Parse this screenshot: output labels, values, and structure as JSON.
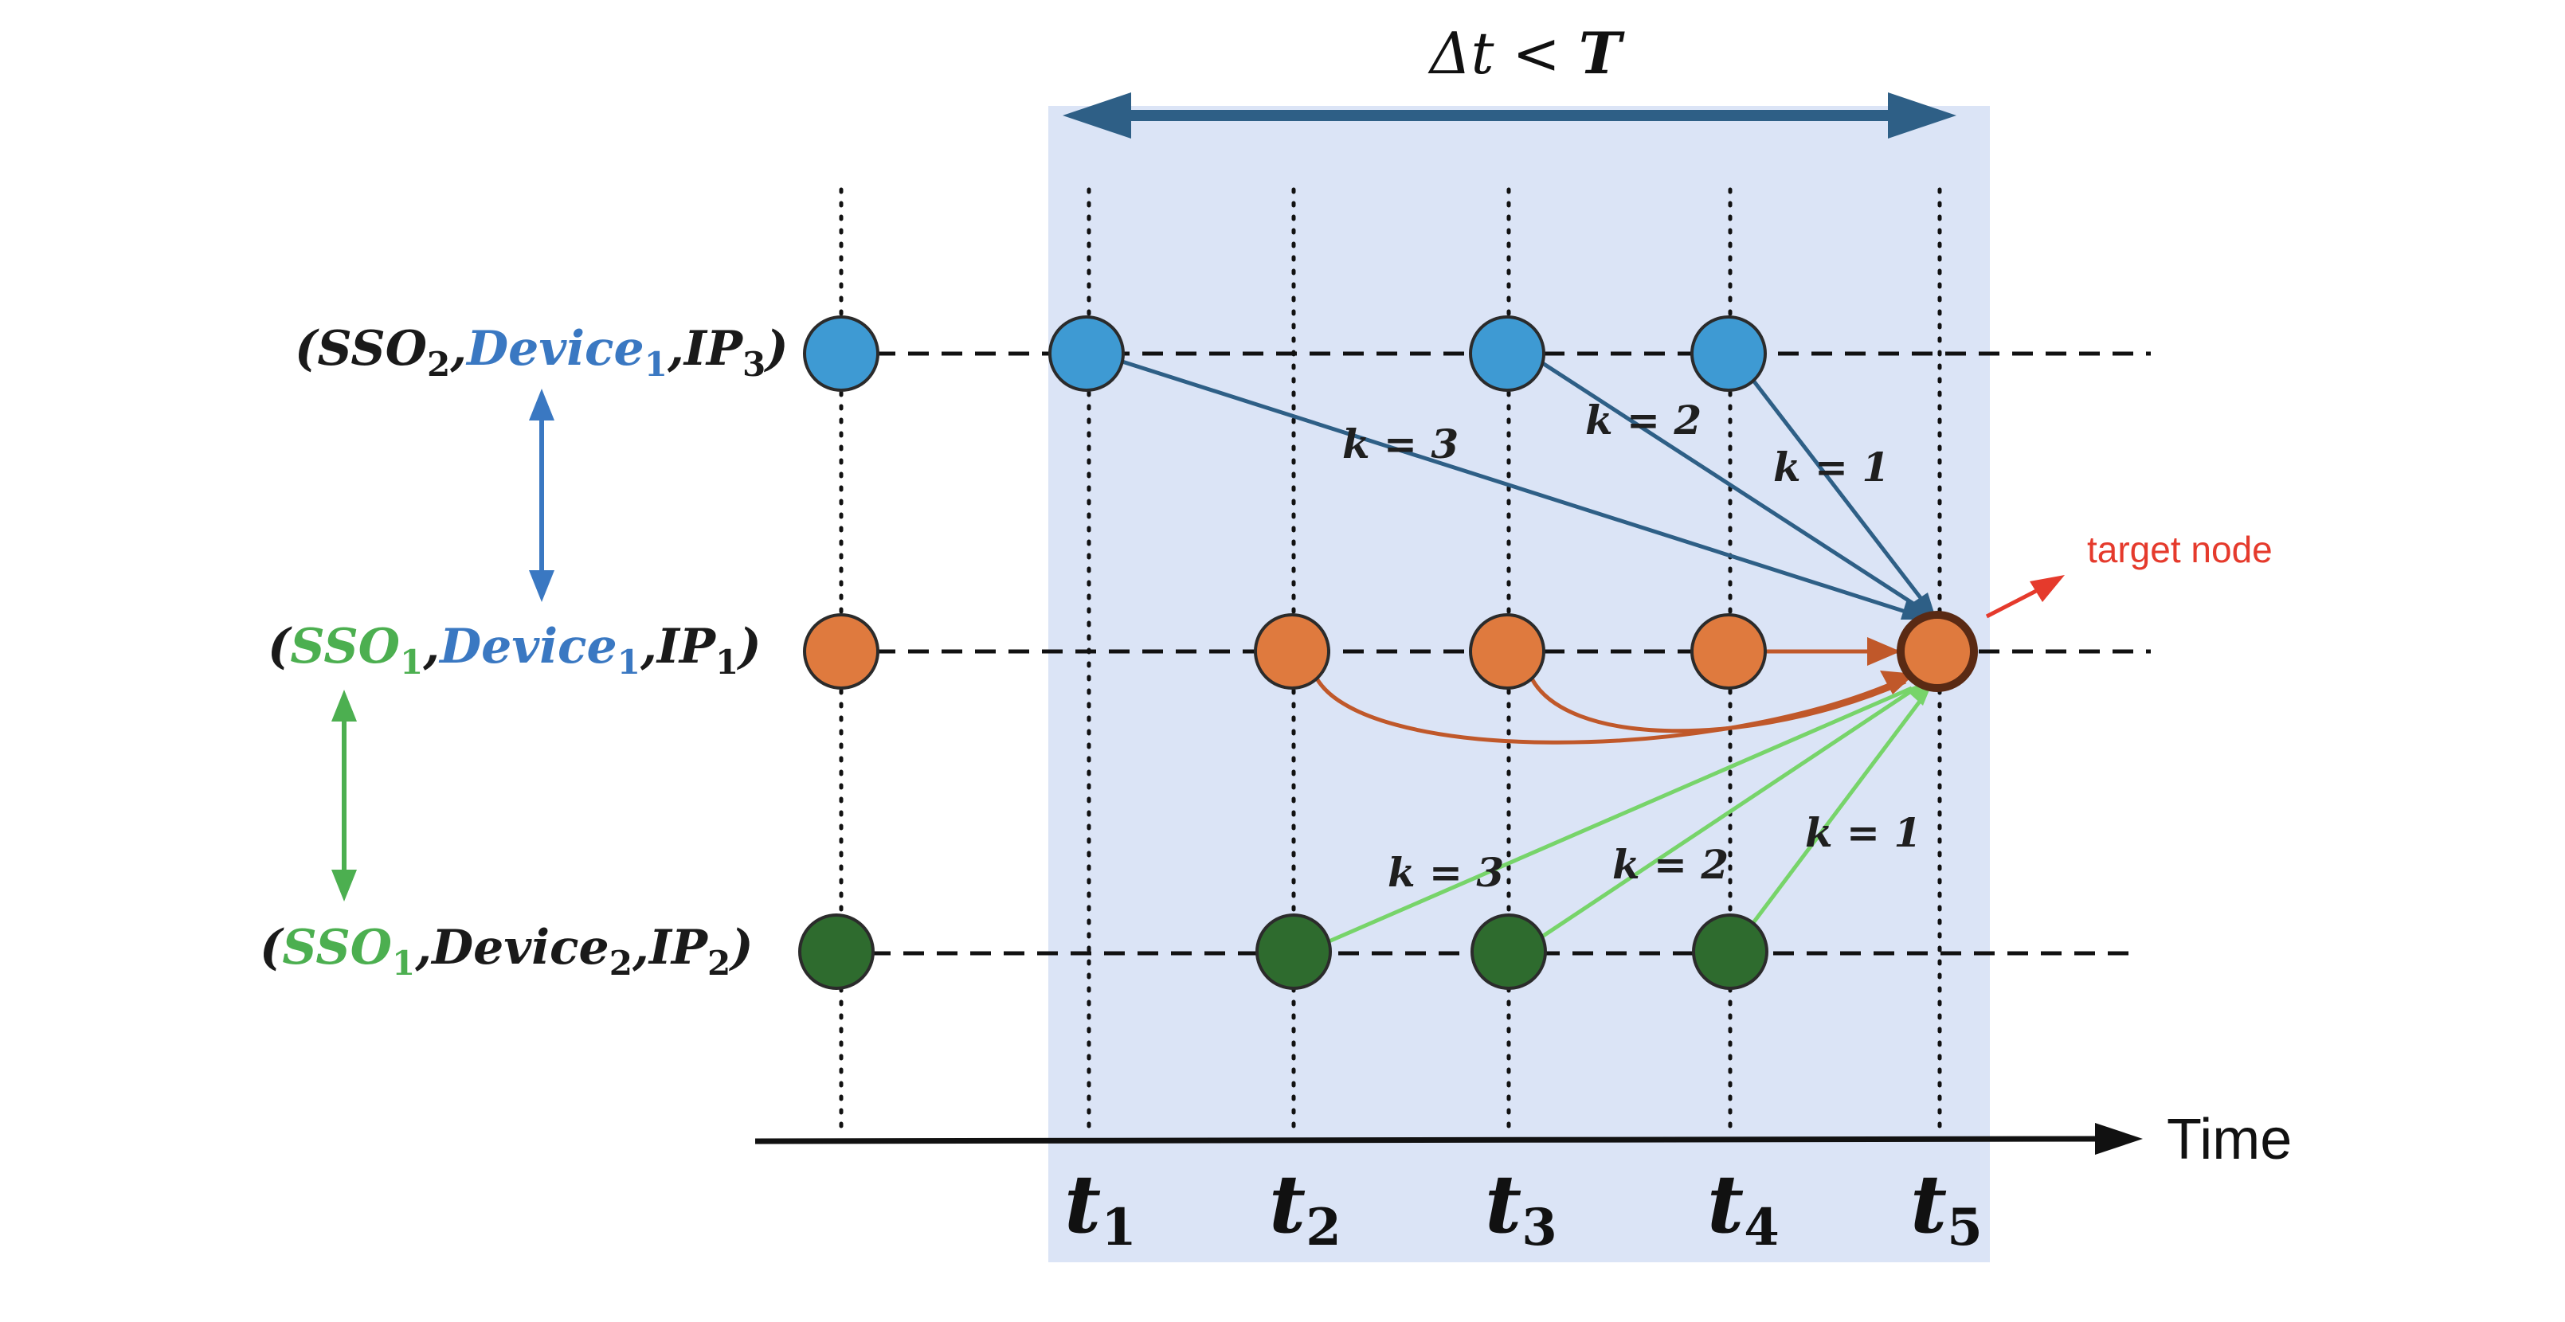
{
  "window": {
    "delta_t": "Δt",
    "less_than": " < ",
    "T": "T"
  },
  "time_axis": {
    "label": "Time",
    "ticks": [
      {
        "base": "t",
        "sub": "1"
      },
      {
        "base": "t",
        "sub": "2"
      },
      {
        "base": "t",
        "sub": "3"
      },
      {
        "base": "t",
        "sub": "4"
      },
      {
        "base": "t",
        "sub": "5"
      }
    ]
  },
  "rows": [
    {
      "label_parts": [
        {
          "text": "(",
          "color": "#1a1a1a"
        },
        {
          "text": "SSO",
          "color": "#1a1a1a"
        },
        {
          "text": "2",
          "color": "#1a1a1a",
          "sub": true
        },
        {
          "text": ",",
          "color": "#1a1a1a"
        },
        {
          "text": "Device",
          "color": "#3a78c2"
        },
        {
          "text": "1",
          "color": "#3a78c2",
          "sub": true
        },
        {
          "text": ",",
          "color": "#1a1a1a"
        },
        {
          "text": "IP",
          "color": "#1a1a1a"
        },
        {
          "text": "3",
          "color": "#1a1a1a",
          "sub": true
        },
        {
          "text": ")",
          "color": "#1a1a1a"
        }
      ],
      "node_color": "#3e9ad3"
    },
    {
      "label_parts": [
        {
          "text": "(",
          "color": "#1a1a1a"
        },
        {
          "text": "SSO",
          "color": "#4caf50"
        },
        {
          "text": "1",
          "color": "#4caf50",
          "sub": true
        },
        {
          "text": ",",
          "color": "#1a1a1a"
        },
        {
          "text": "Device",
          "color": "#3a78c2"
        },
        {
          "text": "1",
          "color": "#3a78c2",
          "sub": true
        },
        {
          "text": ",",
          "color": "#1a1a1a"
        },
        {
          "text": "IP",
          "color": "#1a1a1a"
        },
        {
          "text": "1",
          "color": "#1a1a1a",
          "sub": true
        },
        {
          "text": ")",
          "color": "#1a1a1a"
        }
      ],
      "node_color": "#df7a3e"
    },
    {
      "label_parts": [
        {
          "text": "(",
          "color": "#1a1a1a"
        },
        {
          "text": "SSO",
          "color": "#4caf50"
        },
        {
          "text": "1",
          "color": "#4caf50",
          "sub": true
        },
        {
          "text": ",",
          "color": "#1a1a1a"
        },
        {
          "text": "Device",
          "color": "#1a1a1a"
        },
        {
          "text": "2",
          "color": "#1a1a1a",
          "sub": true
        },
        {
          "text": ",",
          "color": "#1a1a1a"
        },
        {
          "text": "IP",
          "color": "#1a1a1a"
        },
        {
          "text": "2",
          "color": "#1a1a1a",
          "sub": true
        },
        {
          "text": ")",
          "color": "#1a1a1a"
        }
      ],
      "node_color": "#2e6b2e"
    }
  ],
  "edge_labels": {
    "blue": [
      "k = 3",
      "k = 2",
      "k = 1"
    ],
    "green": [
      "k = 3",
      "k = 2",
      "k = 1"
    ]
  },
  "target_label": "target node",
  "colors": {
    "window_fill": "#dbe4f6",
    "window_arrow": "#2e5f86",
    "blue_edge": "#2e5f86",
    "orange_edge": "#c0582a",
    "green_edge": "#77d46a",
    "target_arrow": "#e53a2c",
    "link_blue": "#3a78c2",
    "link_green": "#4caf50"
  }
}
